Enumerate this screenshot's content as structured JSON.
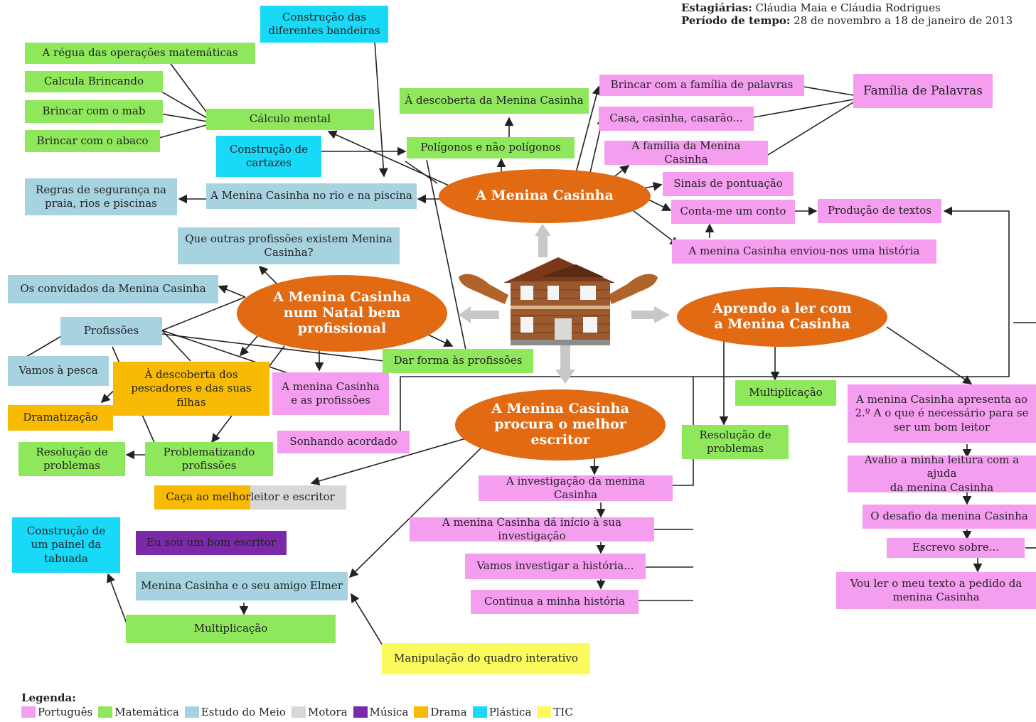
{
  "header": {
    "trainees_label": "Estagiárias:",
    "trainees_value": "Cláudia Maia e Cláudia Rodrigues",
    "period_label": "Período de tempo:",
    "period_value": "28 de novembro a 18 de janeiro de 2013"
  },
  "centers": {
    "menina": "A Menina Casinha",
    "natal": "A Menina Casinha\nnum Natal bem\nprofissional",
    "aprendo": "Aprendo a ler com\na Menina Casinha",
    "escritor": "A Menina Casinha\nprocura o melhor\nescritor"
  },
  "boxes": {
    "regua": "A régua das operações matemáticas",
    "calcula": "Calcula Brincando",
    "mab": "Brincar com o mab",
    "abaco": "Brincar com o abaco",
    "bandeiras": "Construção das\ndiferentes bandeiras",
    "calculo_mental": "Cálculo mental",
    "cartazes": "Construção de\ncartazes",
    "descoberta_menina": "À descoberta da Menina Casinha",
    "poligonos": "Polígonos e não polígonos",
    "regras": "Regras de segurança na\npraia, rios e piscinas",
    "rio_piscina": "A Menina Casinha no rio e na piscina",
    "familia_palavras_brincar": "Brincar com a família de palavras",
    "casinha": "Casa, casinha, casarão...",
    "familia_menina": "A família da Menina Casinha",
    "familia_palavras": "Família de Palavras",
    "sinais": "Sinais de pontuação",
    "conto": "Conta-me um conto",
    "producao": "Produção de textos",
    "historia_enviou": "A menina Casinha enviou-nos uma história",
    "outras_profissoes": "Que outras profissões existem Menina\nCasinha?",
    "convidados": "Os convidados da Menina Casinha",
    "profissoes": "Profissões",
    "pesca": "Vamos à pesca",
    "pescadores": "À descoberta dos\npescadores e das suas\nfilhas",
    "dramatizacao": "Dramatização",
    "menina_profissoes": "A menina Casinha\ne as profissões",
    "dar_forma": "Dar forma às profissões",
    "sonhando": "Sonhando acordado",
    "resolucao_left": "Resolução de\nproblemas",
    "problematizando": "Problematizando\nprofissões",
    "caca_a": "Caça ao melhor",
    "caca_b": " leitor e escritor",
    "multiplicacao_right": "Multiplicação",
    "resolucao_mid": "Resolução de\nproblemas",
    "apresenta": "A menina Casinha apresenta ao\n2.º A o que é necessário para se\nser um bom leitor",
    "avalio": "Avalio a minha leitura com a ajuda\nda menina Casinha",
    "desafio": "O desafio da menina Casinha",
    "escrevo": "Escrevo sobre...",
    "vou_ler": "Vou ler o meu texto a pedido da\nmenina Casinha",
    "investigacao": "A investigação da menina Casinha",
    "inicio_investigacao": "A menina Casinha dá início à sua investigação",
    "investigar": "Vamos investigar a história...",
    "continua": "Continua a minha história",
    "painel": "Construção de\num painel da\ntabuada",
    "bom_escritor": "Eu sou um bom escritor",
    "elmer": "Menina Casinha e o seu amigo Elmer",
    "multiplicacao_left": "Multiplicação",
    "quadro": "Manipulação do quadro interativo"
  },
  "legend": {
    "title": "Legenda:",
    "items": [
      {
        "label": "Português",
        "color": "#f59ef0"
      },
      {
        "label": "Matemática",
        "color": "#8fe85c"
      },
      {
        "label": "Estudo do Meio",
        "color": "#a7d3e0"
      },
      {
        "label": "Motora",
        "color": "#d8d8d8"
      },
      {
        "label": "Música",
        "color": "#7a2aa8"
      },
      {
        "label": "Drama",
        "color": "#f9ba04"
      },
      {
        "label": "Plástica",
        "color": "#18d9f7"
      },
      {
        "label": "TIC",
        "color": "#fbfb5e"
      }
    ]
  },
  "colors": {
    "center_oval": "#e26a12",
    "connector": "#222222",
    "gray_arrow": "#c8c8c8"
  },
  "icons": {
    "center_image": "wooden-house-with-waving-arms"
  }
}
